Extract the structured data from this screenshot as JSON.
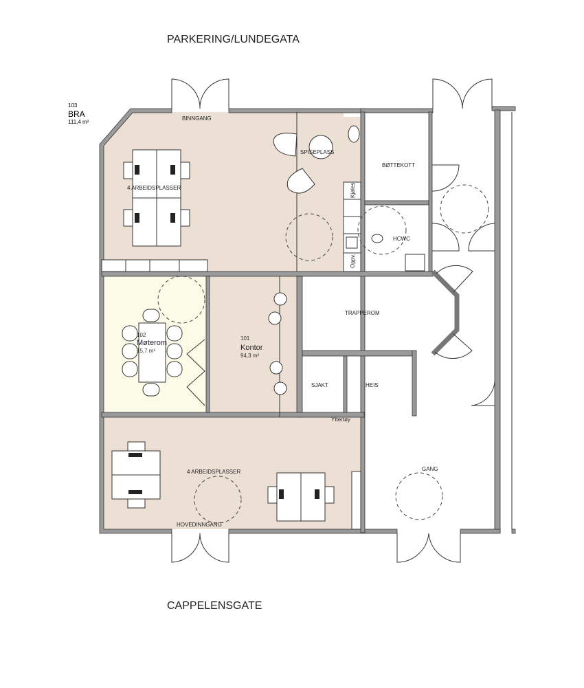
{
  "streets": {
    "top": "PARKERING/LUNDEGATA",
    "bottom": "CAPPELENSGATE"
  },
  "area_block": {
    "number": "103",
    "label": "BRA",
    "area": "111,4 m²"
  },
  "rooms": {
    "binngang": "BINNGANG",
    "spiseplass": "SPISEPLASS",
    "workstations_top": "4 ARBEIDSPLASSER",
    "workstations_bottom": "4 ARBEIDSPLASSER",
    "kjoles": "Kjøles",
    "oppv": "Oppv.",
    "bottekott": "BØTTEKOTT",
    "hcwc": "HCWC",
    "trapperom": "TRAPPEROM",
    "sjakt": "SJAKT",
    "heis": "HEIS",
    "gang": "GANG",
    "yttertoy": "Yttertøy",
    "hovedinngang": "HOVEDINNGANG",
    "moterom": {
      "number": "102",
      "name": "Møterom",
      "area": "15,7 m²"
    },
    "kontor": {
      "number": "101",
      "name": "Kontor",
      "area": "94,3 m²"
    }
  },
  "colors": {
    "office_floor": "#ecdfd3",
    "meeting_floor": "#fbfbe8",
    "wall": "#9a9a9a"
  }
}
